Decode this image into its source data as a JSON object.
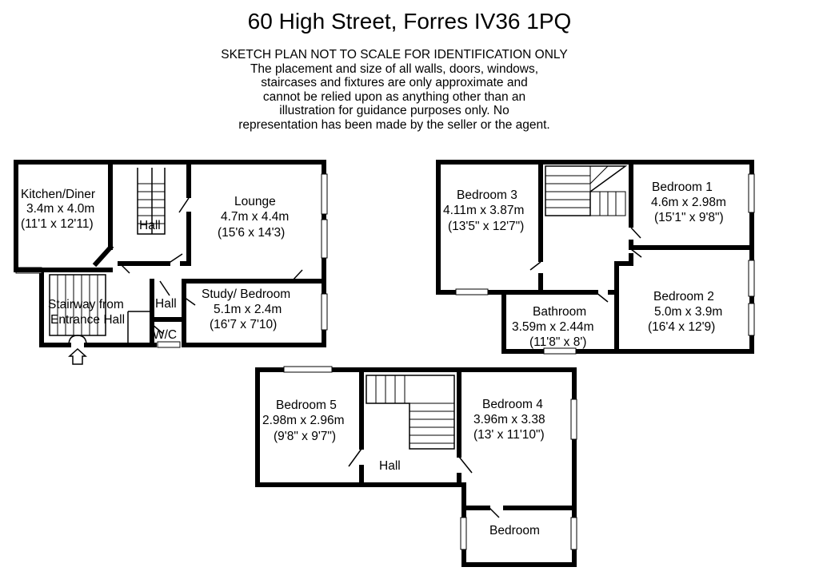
{
  "title": "60 High Street, Forres IV36 1PQ",
  "disclaimer": [
    "SKETCH PLAN NOT TO SCALE FOR IDENTIFICATION ONLY",
    "The placement and size of all walls, doors, windows,",
    "staircases and fixtures are only approximate and",
    "cannot be relied upon as anything other than an",
    "illustration for guidance purposes only.  No",
    "representation has been made by the seller or the agent."
  ],
  "ground_floor": {
    "kitchen": [
      "Kitchen/Diner",
      "3.4m x 4.0m",
      "(11'1 x 12'11)"
    ],
    "hall_upper": "Hall",
    "lounge": [
      "Lounge",
      "4.7m x 4.4m",
      "(15'6 x 14'3)"
    ],
    "stairway": [
      "Stairway from",
      "Entrance Hall"
    ],
    "hall_lower": "Hall",
    "wc": "W/C",
    "study": [
      "Study/ Bedroom",
      "5.1m x 2.4m",
      "(16'7 x 7'10)"
    ]
  },
  "first_floor": {
    "bedroom3": [
      "Bedroom 3",
      "4.11m x 3.87m",
      "(13'5\" x 12'7\")"
    ],
    "bedroom1": [
      "Bedroom 1",
      "4.6m x 2.98m",
      "(15'1\" x 9'8\")"
    ],
    "bathroom": [
      "Bathroom",
      "3.59m x 2.44m",
      "(11'8\" x 8')"
    ],
    "bedroom2": [
      "Bedroom 2",
      "5.0m x 3.9m",
      "(16'4 x 12'9)"
    ]
  },
  "second_floor": {
    "bedroom5": [
      "Bedroom 5",
      "2.98m x 2.96m",
      "(9'8\" x 9'7\")"
    ],
    "hall": "Hall",
    "bedroom4": [
      "Bedroom 4",
      "3.96m x 3.38",
      "(13' x 11'10\")"
    ],
    "bedroom": "Bedroom"
  }
}
